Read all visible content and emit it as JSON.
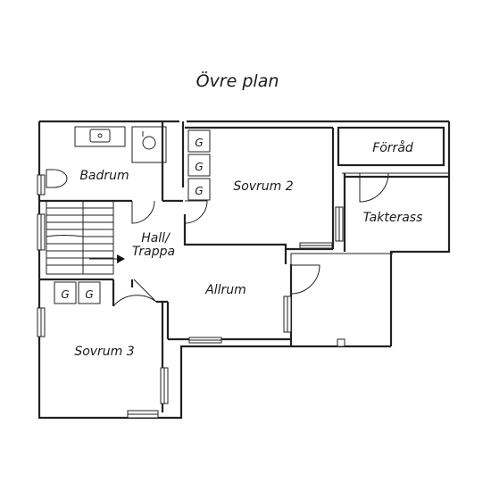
{
  "title": "Övre plan",
  "rooms": {
    "bathroom": "Badrum",
    "bedroom2": "Sovrum 2",
    "storage": "Förråd",
    "terrace": "Takterass",
    "hall": "Hall/",
    "hall_line2": "Trappa",
    "living": "Allrum",
    "bedroom3": "Sovrum 3"
  },
  "wardrobe_mark": "G",
  "colors": {
    "line": "#222222",
    "background": "#ffffff"
  }
}
